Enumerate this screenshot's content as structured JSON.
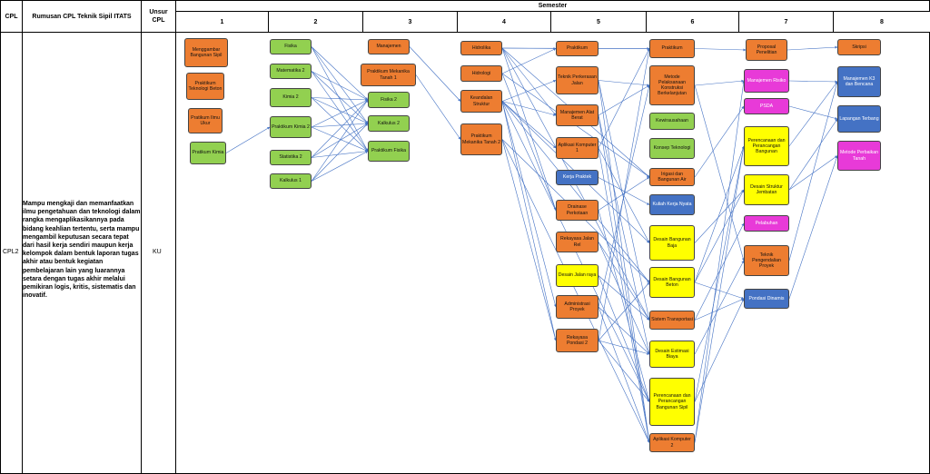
{
  "header": {
    "cpl": "CPL",
    "rumusan": "Rumusan CPL Teknik Sipil ITATS",
    "unsur": "Unsur\nCPL",
    "semester": "Semester",
    "semesters": [
      "1",
      "2",
      "3",
      "4",
      "5",
      "6",
      "7",
      "8"
    ]
  },
  "row": {
    "cpl": "CPL2",
    "description": "Mampu mengkaji dan memanfaatkan ilmu pengetahuan dan teknologi dalam rangka mengaplikasikannya pada bidang keahlian tertentu, serta mampu mengambil keputusan secara tepat dari hasil kerja sendiri maupun kerja kelompok dalam bentuk laporan tugas akhir atau bentuk kegiatan pembelajaran lain yang luarannya setara dengan tugas akhir melalui pemikiran logis, kritis, sistematis dan inovatif.",
    "unsur": "KU"
  },
  "colors": {
    "orange": "#ed7d31",
    "green": "#92d050",
    "blue": "#4472c4",
    "yellow": "#ffff00",
    "magenta": "#e83ad8",
    "edge": "#4472c4"
  },
  "nodes": [
    {
      "id": "s1a",
      "label": "Menggambar Bangunan Sipil",
      "color": "orange"
    },
    {
      "id": "s1b",
      "label": "Praktikum Teknologi Beton",
      "color": "orange"
    },
    {
      "id": "s1c",
      "label": "Pratikum Ilmu Ukur",
      "color": "orange"
    },
    {
      "id": "s1d",
      "label": "Pratikum Kimia",
      "color": "green"
    },
    {
      "id": "s2a",
      "label": "Fisika",
      "color": "green"
    },
    {
      "id": "s2b",
      "label": "Matematika 2",
      "color": "green"
    },
    {
      "id": "s2c",
      "label": "Kimia 2",
      "color": "green"
    },
    {
      "id": "s2d",
      "label": "Praktikum Kimia 2",
      "color": "green"
    },
    {
      "id": "s2e",
      "label": "Statistika 2",
      "color": "green"
    },
    {
      "id": "s2f",
      "label": "Kalkulus 1",
      "color": "green"
    },
    {
      "id": "s3a",
      "label": "Manajemen",
      "color": "orange"
    },
    {
      "id": "s3b",
      "label": "Praktikum Mekanika Tanah 1",
      "color": "orange"
    },
    {
      "id": "s3c",
      "label": "Fisika 2",
      "color": "green"
    },
    {
      "id": "s3d",
      "label": "Kalkulus 2",
      "color": "green"
    },
    {
      "id": "s3e",
      "label": "Praktikum Fisika",
      "color": "green"
    },
    {
      "id": "s4a",
      "label": "Hidrolika",
      "color": "orange"
    },
    {
      "id": "s4b",
      "label": "Hidrologi",
      "color": "orange"
    },
    {
      "id": "s4c",
      "label": "Keandalan Struktur",
      "color": "orange"
    },
    {
      "id": "s4d",
      "label": "Praktikum Mekanika Tanah 2",
      "color": "orange"
    },
    {
      "id": "s5a",
      "label": "Praktikum",
      "color": "orange"
    },
    {
      "id": "s5b",
      "label": "Teknik Perkerasan Jalan",
      "color": "orange"
    },
    {
      "id": "s5c",
      "label": "Manajemen Alat Berat",
      "color": "orange"
    },
    {
      "id": "s5d",
      "label": "Aplikasi Komputer 1",
      "color": "orange"
    },
    {
      "id": "s5e",
      "label": "Kerja Praktek",
      "color": "blue"
    },
    {
      "id": "s5f",
      "label": "Drainase Perkotaan",
      "color": "orange"
    },
    {
      "id": "s5g",
      "label": "Rekayasa Jalan Rel",
      "color": "orange"
    },
    {
      "id": "s5h",
      "label": "Desain Jalan raya",
      "color": "yellow"
    },
    {
      "id": "s5i",
      "label": "Administrasi Proyek",
      "color": "orange"
    },
    {
      "id": "s5j",
      "label": "Rekayasa Pondasi 2",
      "color": "orange"
    },
    {
      "id": "s6a",
      "label": "Praktikum",
      "color": "orange"
    },
    {
      "id": "s6b",
      "label": "Metode Pelaksanaan Konstruksi Berkelanjutan",
      "color": "orange"
    },
    {
      "id": "s6c",
      "label": "Kewirausahaan",
      "color": "green"
    },
    {
      "id": "s6d",
      "label": "Konsep Teknologi",
      "color": "green"
    },
    {
      "id": "s6e",
      "label": "Irigasi dan Bangunan Air",
      "color": "orange"
    },
    {
      "id": "s6f",
      "label": "Kuliah Kerja Nyata",
      "color": "blue"
    },
    {
      "id": "s6g",
      "label": "Desain Bangunan Baja",
      "color": "yellow"
    },
    {
      "id": "s6h",
      "label": "Desain Bangunan Beton",
      "color": "yellow"
    },
    {
      "id": "s6i",
      "label": "Sistem Transportasi",
      "color": "orange"
    },
    {
      "id": "s6j",
      "label": "Desain Estimasi Biaya",
      "color": "yellow"
    },
    {
      "id": "s6k",
      "label": "Perencanaan dan Perancangan Bangunan Sipil",
      "color": "yellow"
    },
    {
      "id": "s6l",
      "label": "Aplikasi Komputer 2",
      "color": "orange"
    },
    {
      "id": "s7a",
      "label": "Proposal Penelitian",
      "color": "orange"
    },
    {
      "id": "s7b",
      "label": "Manajemen Risiko",
      "color": "magenta"
    },
    {
      "id": "s7c",
      "label": "PSDA",
      "color": "magenta"
    },
    {
      "id": "s7d",
      "label": "Perencanaan dan Perancangan Bangunan",
      "color": "yellow"
    },
    {
      "id": "s7e",
      "label": "Desain Struktur Jembatan",
      "color": "yellow"
    },
    {
      "id": "s7f",
      "label": "Pelabuhan",
      "color": "magenta"
    },
    {
      "id": "s7g",
      "label": "Teknik Pengendalian Proyek",
      "color": "orange"
    },
    {
      "id": "s7h",
      "label": "Pondasi Dinamis",
      "color": "blue"
    },
    {
      "id": "s8a",
      "label": "Skripsi",
      "color": "orange"
    },
    {
      "id": "s8b",
      "label": "Manajemen K3 dan Bencana",
      "color": "blue"
    },
    {
      "id": "s8c",
      "label": "Lapangan Terbang",
      "color": "blue"
    },
    {
      "id": "s8d",
      "label": "Metode Perbaikan Tanah",
      "color": "magenta"
    }
  ],
  "edges": [
    [
      "s1d",
      "s2d"
    ],
    [
      "s2a",
      "s3c"
    ],
    [
      "s2a",
      "s3d"
    ],
    [
      "s2a",
      "s3e"
    ],
    [
      "s2b",
      "s3c"
    ],
    [
      "s2b",
      "s3d"
    ],
    [
      "s2b",
      "s3e"
    ],
    [
      "s2c",
      "s3c"
    ],
    [
      "s2c",
      "s3d"
    ],
    [
      "s2c",
      "s3e"
    ],
    [
      "s2d",
      "s3c"
    ],
    [
      "s2d",
      "s3d"
    ],
    [
      "s2d",
      "s3e"
    ],
    [
      "s2e",
      "s3c"
    ],
    [
      "s2e",
      "s3d"
    ],
    [
      "s2e",
      "s3e"
    ],
    [
      "s2f",
      "s3c"
    ],
    [
      "s2f",
      "s3d"
    ],
    [
      "s2f",
      "s3e"
    ],
    [
      "s3a",
      "s4c"
    ],
    [
      "s3b",
      "s4d"
    ],
    [
      "s4a",
      "s5a"
    ],
    [
      "s4b",
      "s5a"
    ],
    [
      "s4a",
      "s5c"
    ],
    [
      "s4a",
      "s5f"
    ],
    [
      "s4a",
      "s6a"
    ],
    [
      "s4a",
      "s6e"
    ],
    [
      "s4a",
      "s6i"
    ],
    [
      "s4b",
      "s5f"
    ],
    [
      "s4b",
      "s6e"
    ],
    [
      "s4c",
      "s5b"
    ],
    [
      "s4c",
      "s5c"
    ],
    [
      "s4c",
      "s5d"
    ],
    [
      "s4c",
      "s5i"
    ],
    [
      "s4c",
      "s5j"
    ],
    [
      "s4c",
      "s6g"
    ],
    [
      "s4c",
      "s6h"
    ],
    [
      "s4c",
      "s6k"
    ],
    [
      "s4d",
      "s5j"
    ],
    [
      "s4d",
      "s6h"
    ],
    [
      "s4d",
      "s6l"
    ],
    [
      "s5a",
      "s6a"
    ],
    [
      "s5b",
      "s6i"
    ],
    [
      "s5b",
      "s6b"
    ],
    [
      "s5c",
      "s6b"
    ],
    [
      "s5c",
      "s6j"
    ],
    [
      "s5d",
      "s6l"
    ],
    [
      "s5d",
      "s6g"
    ],
    [
      "s5d",
      "s6a"
    ],
    [
      "s5e",
      "s6f"
    ],
    [
      "s5f",
      "s6e"
    ],
    [
      "s5g",
      "s6i"
    ],
    [
      "s5h",
      "s6i"
    ],
    [
      "s5i",
      "s6j"
    ],
    [
      "s5i",
      "s6b"
    ],
    [
      "s5j",
      "s6h"
    ],
    [
      "s5j",
      "s6k"
    ],
    [
      "s5j",
      "s6a"
    ],
    [
      "s5b",
      "s6l"
    ],
    [
      "s5c",
      "s6l"
    ],
    [
      "s5f",
      "s6k"
    ],
    [
      "s5g",
      "s6j"
    ],
    [
      "s5h",
      "s6k"
    ],
    [
      "s5i",
      "s6l"
    ],
    [
      "s5j",
      "s6j"
    ],
    [
      "s6a",
      "s7a"
    ],
    [
      "s6b",
      "s7b"
    ],
    [
      "s6b",
      "s7g"
    ],
    [
      "s6e",
      "s7c"
    ],
    [
      "s6g",
      "s7e"
    ],
    [
      "s6h",
      "s7e"
    ],
    [
      "s6h",
      "s7d"
    ],
    [
      "s6i",
      "s7f"
    ],
    [
      "s6j",
      "s7g"
    ],
    [
      "s6k",
      "s7d"
    ],
    [
      "s6l",
      "s7b"
    ],
    [
      "s6l",
      "s7d"
    ],
    [
      "s6i",
      "s7h"
    ],
    [
      "s6h",
      "s7h"
    ],
    [
      "s6k",
      "s7h"
    ],
    [
      "s7a",
      "s8a"
    ],
    [
      "s7b",
      "s8b"
    ],
    [
      "s7c",
      "s8c"
    ],
    [
      "s7d",
      "s8b"
    ],
    [
      "s7e",
      "s8c"
    ],
    [
      "s7g",
      "s8b"
    ],
    [
      "s7h",
      "s8d"
    ],
    [
      "s7e",
      "s8d"
    ]
  ]
}
